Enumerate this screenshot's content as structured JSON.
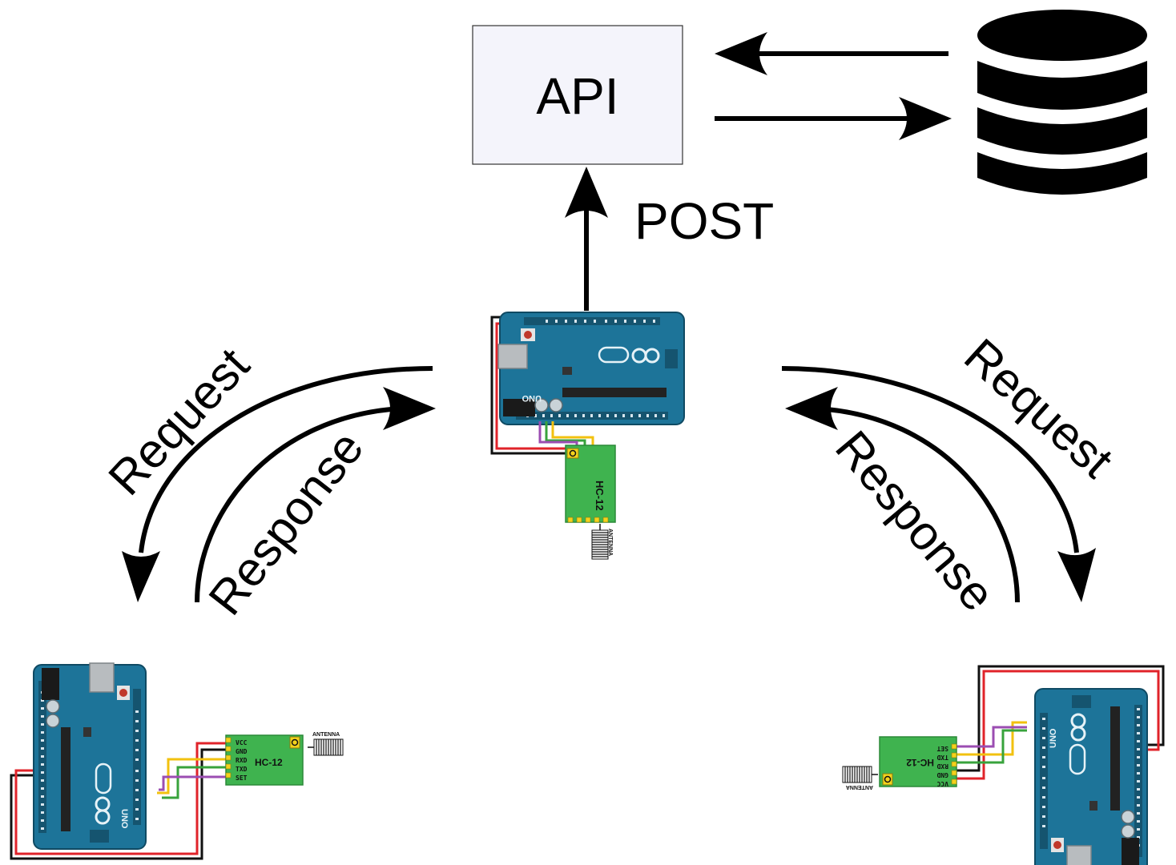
{
  "api_label": "API",
  "post_label": "POST",
  "left": {
    "request_label": "Request",
    "response_label": "Response"
  },
  "right": {
    "request_label": "Request",
    "response_label": "Response"
  },
  "module": {
    "name": "HC-12",
    "antenna_label": "ANTENNA",
    "pins": [
      "VCC",
      "GND",
      "RXD",
      "TXD",
      "SET"
    ]
  },
  "board": {
    "brand": "UNO"
  },
  "colors": {
    "board": "#1d7499",
    "board_dark": "#15546f",
    "module": "#3fb34f",
    "wire_red": "#e0232a",
    "wire_black": "#111111",
    "wire_yellow": "#f2c10f",
    "wire_green": "#38a33c",
    "wire_purple": "#9b4db2",
    "api_box": "#f4f4fb"
  }
}
